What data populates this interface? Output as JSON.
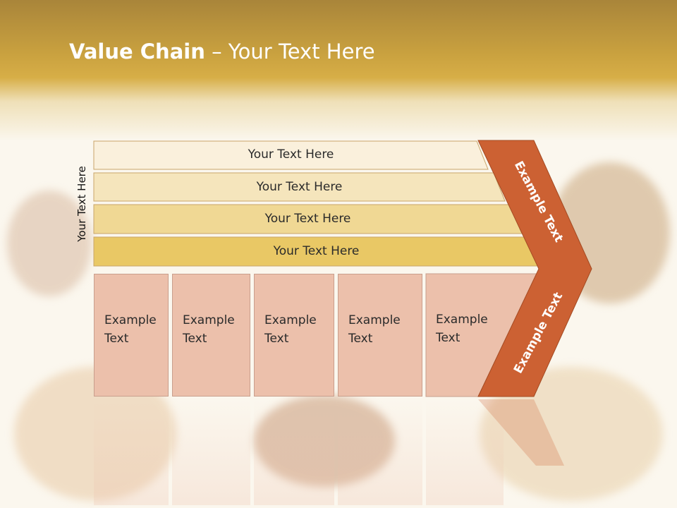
{
  "slide": {
    "title_bold": "Value Chain",
    "title_rest": " – Your Text Here",
    "side_label": "Your Text Here"
  },
  "bands": [
    {
      "label": "Your Text Here",
      "color": "#faf0dc"
    },
    {
      "label": "Your Text Here",
      "color": "#f5e5bc"
    },
    {
      "label": "Your Text Here",
      "color": "#f0d894"
    },
    {
      "label": "Your Text Here",
      "color": "#e9c865"
    }
  ],
  "boxes": [
    {
      "line1": "Example",
      "line2": "Text"
    },
    {
      "line1": "Example",
      "line2": "Text"
    },
    {
      "line1": "Example",
      "line2": "Text"
    },
    {
      "line1": "Example",
      "line2": "Text"
    },
    {
      "line1": "Example",
      "line2": "Text"
    }
  ],
  "chevron": {
    "upper_label": "Example Text",
    "lower_label": "Example Text",
    "color": "#cc6133"
  }
}
